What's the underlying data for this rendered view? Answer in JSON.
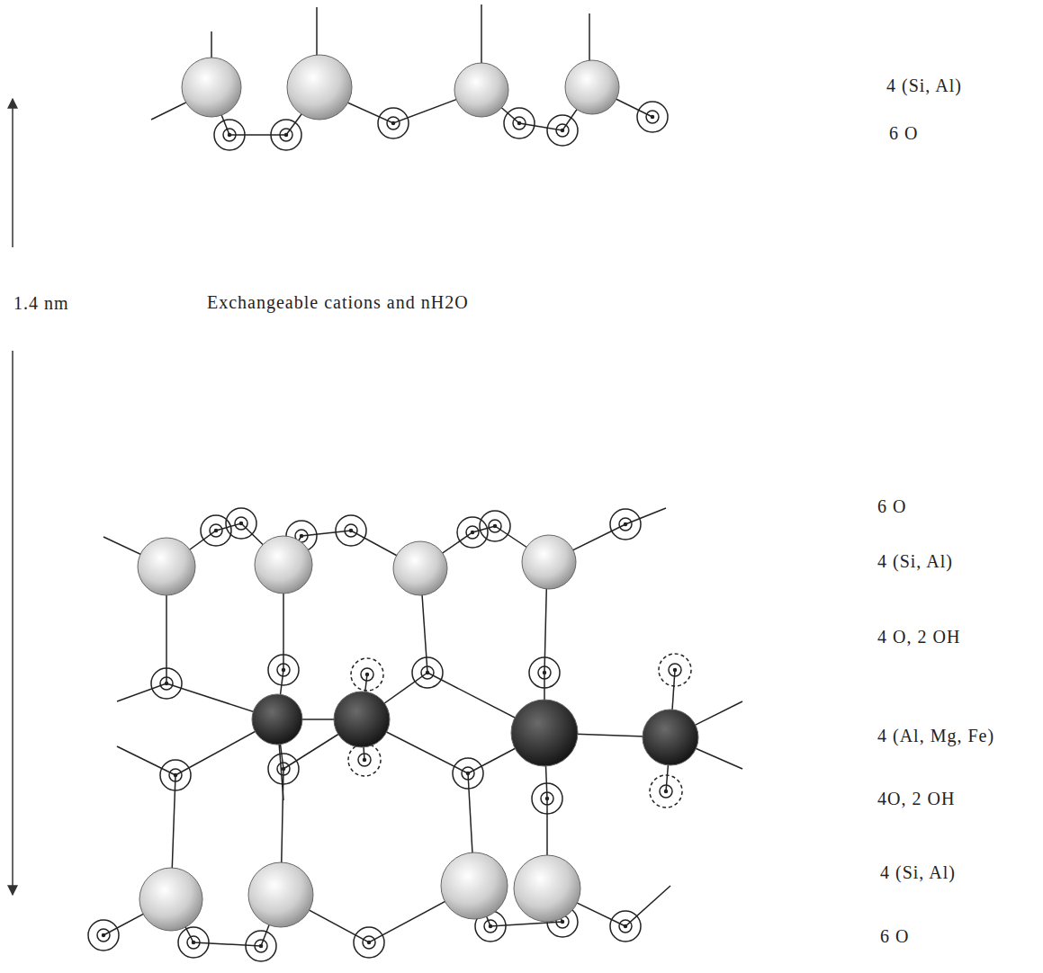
{
  "diagram": {
    "labels": [
      "4 (Si, Al)",
      "6 O",
      "1.4 nm",
      "Exchangeable cations and nH2O",
      "6 O",
      "4 (Si, Al)",
      "4 O, 2 OH",
      "4 (Al, Mg, Fe)",
      "4O, 2 OH",
      "4 (Si, Al)",
      "6 O"
    ]
  }
}
